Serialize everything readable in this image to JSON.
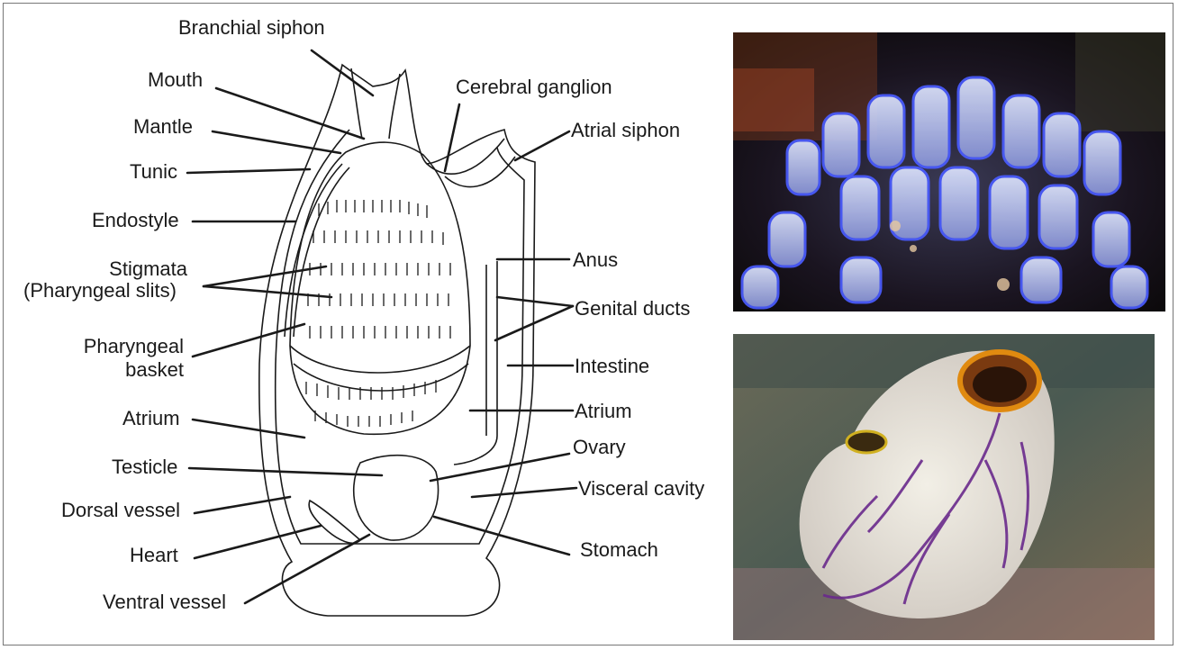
{
  "labels": {
    "branchial_siphon": "Branchial siphon",
    "mouth": "Mouth",
    "cerebral_ganglion": "Cerebral ganglion",
    "mantle": "Mantle",
    "atrial_siphon": "Atrial siphon",
    "tunic": "Tunic",
    "endostyle": "Endostyle",
    "stigmata_1": "Stigmata",
    "stigmata_2": "(Pharyngeal slits)",
    "anus": "Anus",
    "genital_ducts": "Genital ducts",
    "pharyngeal_basket_1": "Pharyngeal",
    "pharyngeal_basket_2": "basket",
    "intestine": "Intestine",
    "atrium_left": "Atrium",
    "atrium_right": "Atrium",
    "ovary": "Ovary",
    "testicle": "Testicle",
    "visceral_cavity": "Visceral cavity",
    "dorsal_vessel": "Dorsal vessel",
    "heart": "Heart",
    "stomach": "Stomach",
    "ventral_vessel": "Ventral vessel"
  },
  "photos": {
    "top": "blue-tunicate-colony-photo",
    "bottom": "purple-veined-sea-squirt-photo"
  },
  "colors": {
    "line": "#1a1a1a",
    "photo_top_accent": "#4a5cff",
    "photo_bottom_accent": "#6a2a8c",
    "siphon_rim": "#e08a10"
  }
}
